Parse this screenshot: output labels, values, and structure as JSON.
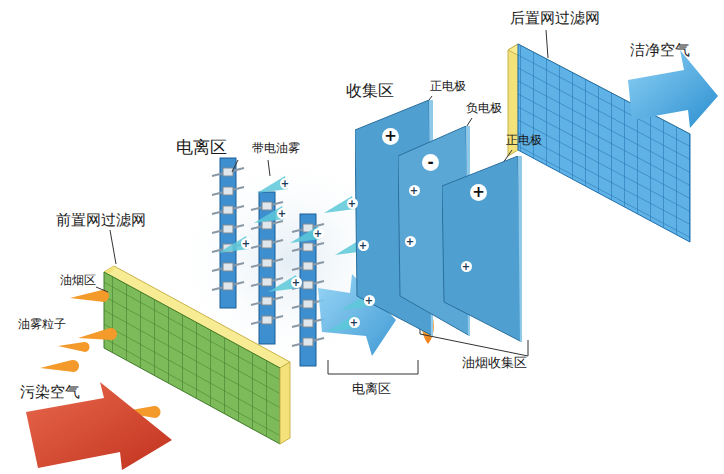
{
  "diagram": {
    "nodes": [
      {
        "text": [
          "+"
        ]
      },
      {
        "text": [
          "-"
        ]
      },
      {
        "text": [
          "+"
        ]
      }
    ],
    "labels": [
      "后置网过滤网",
      "洁净空气",
      "收集区",
      "正电极",
      "负电极",
      "正电极",
      "电离区",
      "带电油雾",
      "前置网过滤网",
      "油烟区",
      "油雾粒子",
      "污染空气",
      "电离区",
      "油烟收集区",
      "+",
      "+",
      "+",
      "+",
      "+",
      "+",
      "+",
      "+",
      "+",
      "+",
      "+",
      "+"
    ]
  }
}
